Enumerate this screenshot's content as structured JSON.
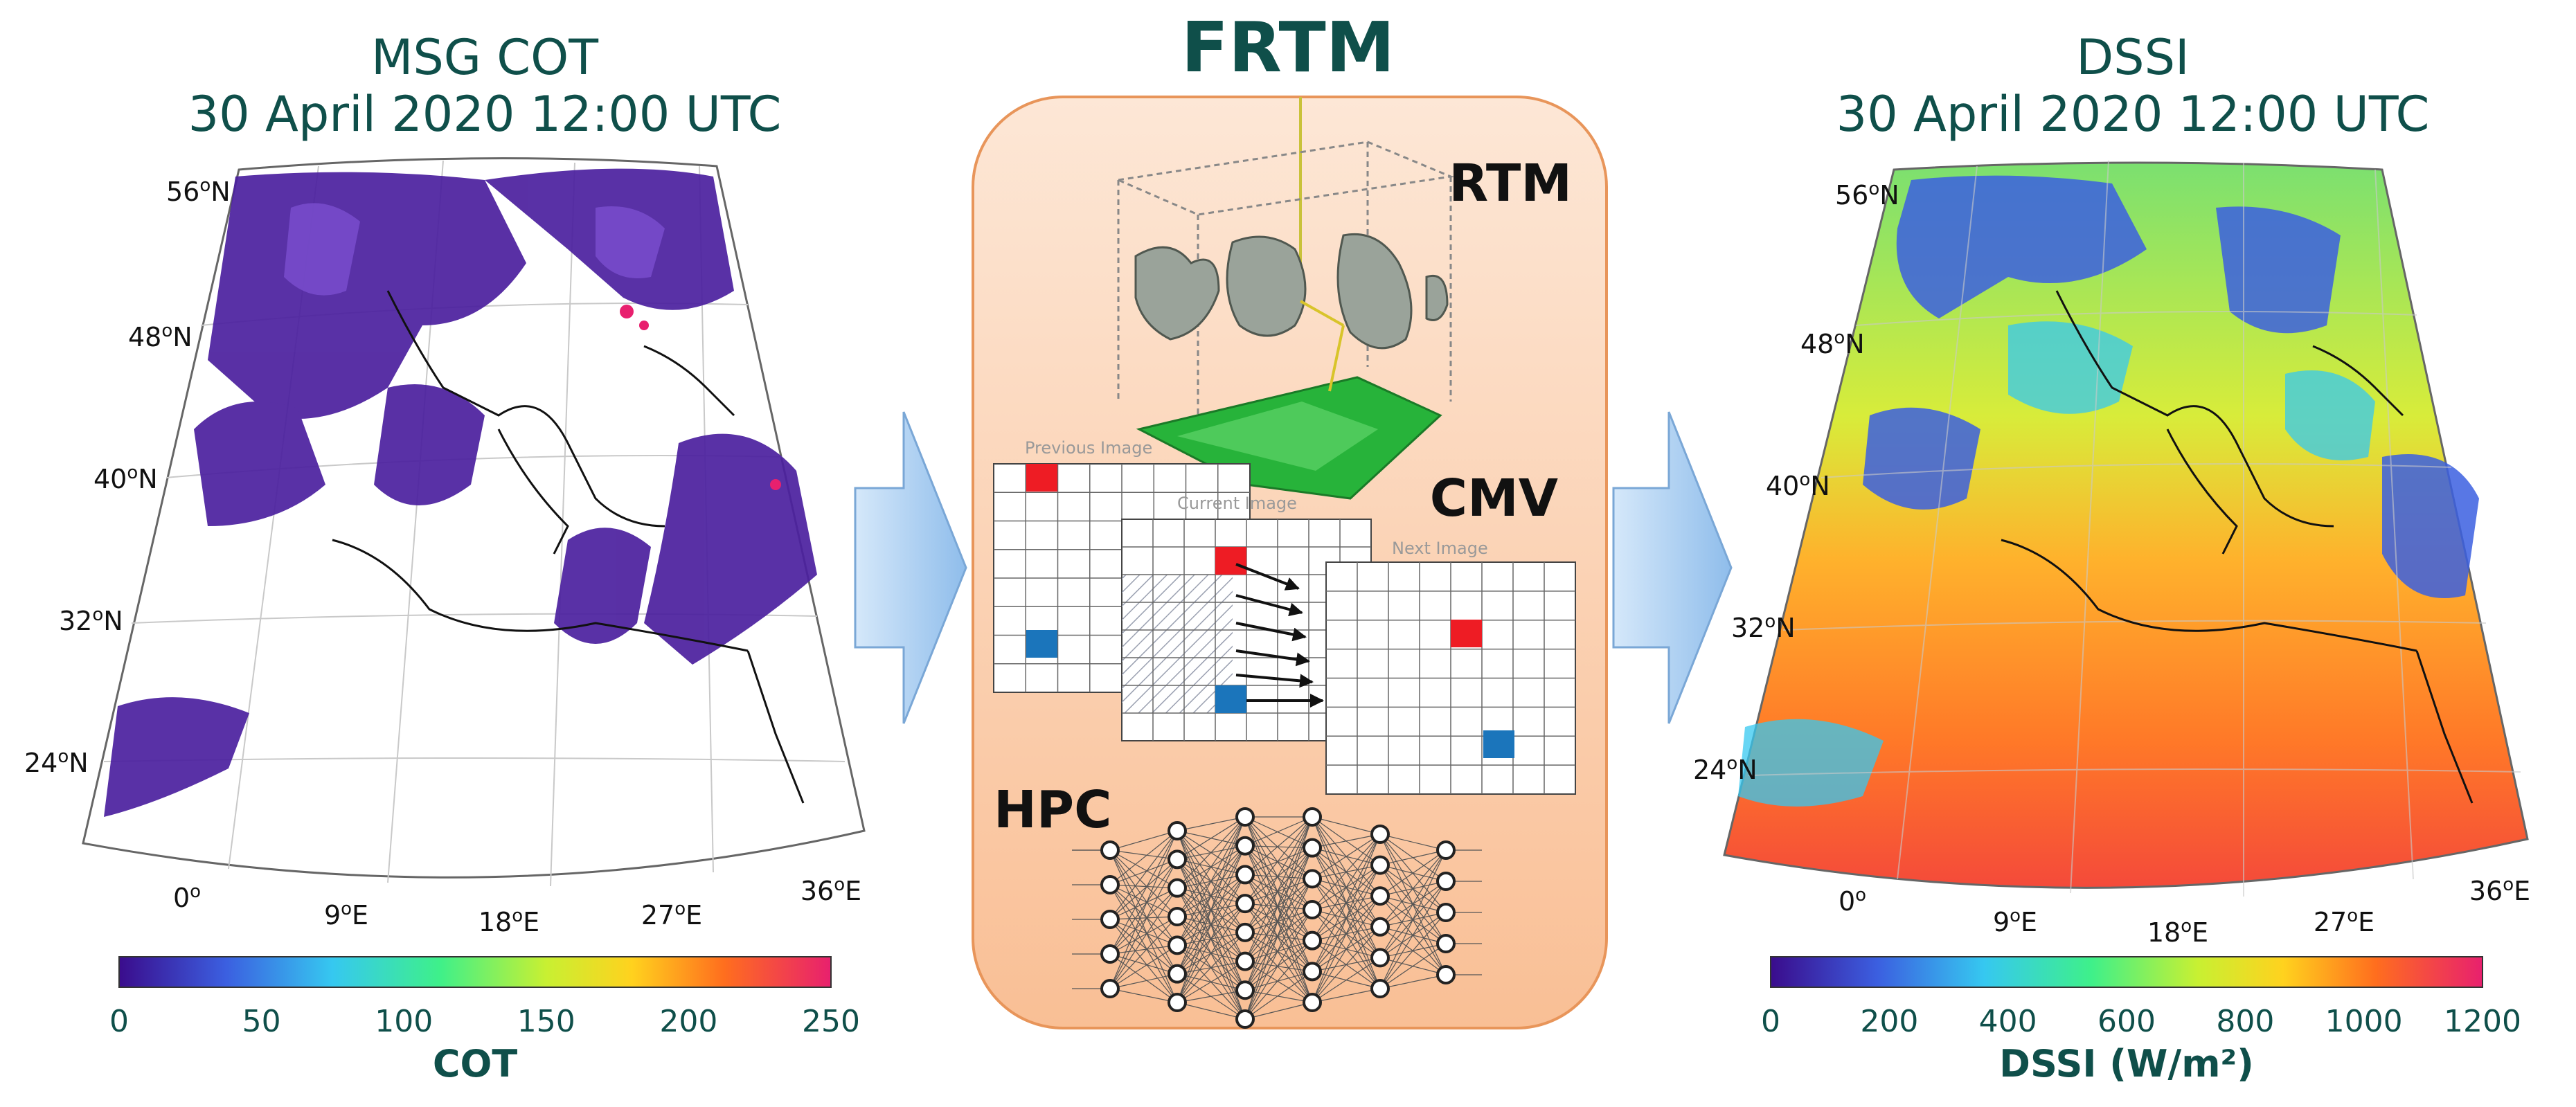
{
  "left_panel": {
    "title_line1": "MSG COT",
    "title_line2": "30 April 2020 12:00 UTC",
    "lat_labels": [
      "56oN",
      "48oN",
      "40oN",
      "32oN",
      "24oN"
    ],
    "lon_labels": [
      "0o",
      "9oE",
      "18oE",
      "27oE",
      "36oE"
    ],
    "colorbar": {
      "ticks": [
        "0",
        "50",
        "100",
        "150",
        "200",
        "250"
      ],
      "label": "COT"
    }
  },
  "center_panel": {
    "title": "FRTM",
    "rtm_label": "RTM",
    "cmv_label": "CMV",
    "hpc_label": "HPC",
    "grid_labels": {
      "previous": "Previous Image",
      "current": "Current Image",
      "next": "Next Image"
    }
  },
  "right_panel": {
    "title_line1": "DSSI",
    "title_line2": "30 April 2020 12:00 UTC",
    "lat_labels": [
      "56oN",
      "48oN",
      "40oN",
      "32oN",
      "24oN"
    ],
    "lon_labels": [
      "0o",
      "9oE",
      "18oE",
      "27oE",
      "36oE"
    ],
    "colorbar": {
      "ticks": [
        "0",
        "200",
        "400",
        "600",
        "800",
        "1000",
        "1200"
      ],
      "label": "DSSI (W/m²)"
    }
  },
  "colors": {
    "title": "#0f4f4a",
    "arrow": "#a9cdf2",
    "panel_fill": "#fbcfae",
    "marker_red": "#ee1c24",
    "marker_blue": "#1b75bb",
    "cot_cloud": "#4b1f9e",
    "dssi_land": "#d6e83a",
    "dssi_sea": "#ff7a2a"
  }
}
